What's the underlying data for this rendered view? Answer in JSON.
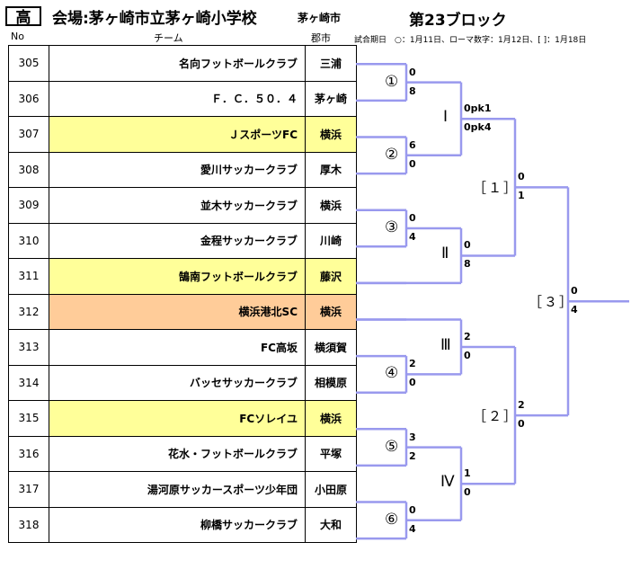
{
  "header": {
    "badge": "高",
    "venue": "会場:茅ヶ崎市立茅ヶ崎小学校",
    "city": "茅ヶ崎市",
    "block": "第23ブロック",
    "col_no": "No",
    "col_team": "チーム",
    "col_city": "郡市",
    "date_note": "試合期日　○：1月11日、ローマ数字：1月12日、[ ]：1月18日"
  },
  "teams": [
    {
      "no": "305",
      "name": "名向フットボールクラブ",
      "city": "三浦",
      "hl": ""
    },
    {
      "no": "306",
      "name": "Ｆ．Ｃ．５０．４",
      "city": "茅ヶ崎",
      "hl": ""
    },
    {
      "no": "307",
      "name": "ＪスポーツFC",
      "city": "横浜",
      "hl": "yellow"
    },
    {
      "no": "308",
      "name": "愛川サッカークラブ",
      "city": "厚木",
      "hl": ""
    },
    {
      "no": "309",
      "name": "並木サッカークラブ",
      "city": "横浜",
      "hl": ""
    },
    {
      "no": "310",
      "name": "金程サッカークラブ",
      "city": "川崎",
      "hl": ""
    },
    {
      "no": "311",
      "name": "鵠南フットボールクラブ",
      "city": "藤沢",
      "hl": "yellow"
    },
    {
      "no": "312",
      "name": "横浜港北SC",
      "city": "横浜",
      "hl": "orange"
    },
    {
      "no": "313",
      "name": "FC高坂",
      "city": "横須賀",
      "hl": ""
    },
    {
      "no": "314",
      "name": "バッセサッカークラブ",
      "city": "相模原",
      "hl": ""
    },
    {
      "no": "315",
      "name": "FCソレイユ",
      "city": "横浜",
      "hl": "yellow"
    },
    {
      "no": "316",
      "name": "花水・フットボールクラブ",
      "city": "平塚",
      "hl": ""
    },
    {
      "no": "317",
      "name": "湯河原サッカースポーツ少年団",
      "city": "小田原",
      "hl": ""
    },
    {
      "no": "318",
      "name": "柳橋サッカークラブ",
      "city": "大和",
      "hl": ""
    }
  ],
  "bracket": {
    "line_color": "#9999ee",
    "round1": [
      {
        "label": "①",
        "top": "0",
        "bottom": "8"
      },
      {
        "label": "②",
        "top": "6",
        "bottom": "0"
      },
      {
        "label": "③",
        "top": "0",
        "bottom": "4"
      },
      {
        "label": "④",
        "top": "2",
        "bottom": "0"
      },
      {
        "label": "⑤",
        "top": "3",
        "bottom": "2"
      },
      {
        "label": "⑥",
        "top": "0",
        "bottom": "4"
      }
    ],
    "round2": [
      {
        "label": "Ⅰ",
        "top": "0pk1",
        "bottom": "0pk4"
      },
      {
        "label": "Ⅱ",
        "top": "0",
        "bottom": "8"
      },
      {
        "label": "Ⅲ",
        "top": "2",
        "bottom": "0"
      },
      {
        "label": "Ⅳ",
        "top": "1",
        "bottom": "0"
      }
    ],
    "round3": [
      {
        "label": "［１］",
        "top": "0",
        "bottom": "1"
      },
      {
        "label": "［２］",
        "top": "2",
        "bottom": "0"
      }
    ],
    "final": {
      "label": "［３］",
      "top": "0",
      "bottom": "4"
    }
  }
}
